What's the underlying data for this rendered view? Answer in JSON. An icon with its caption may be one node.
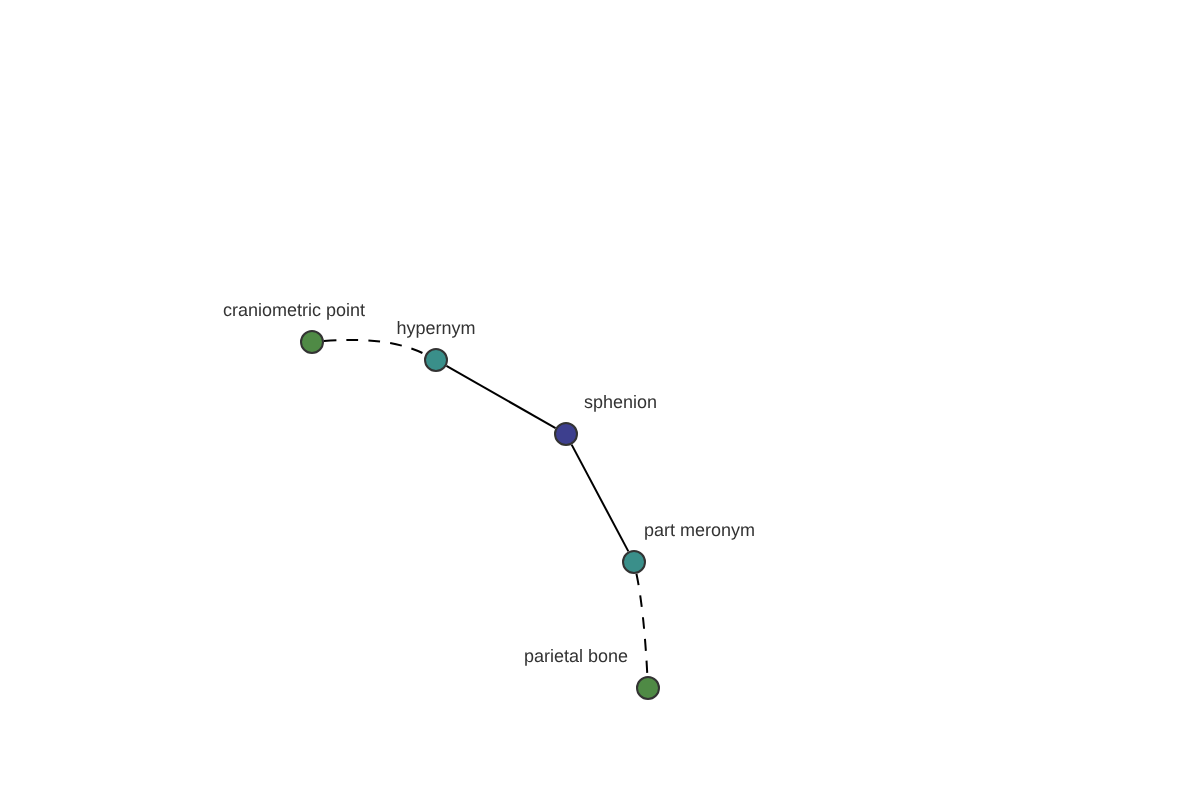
{
  "diagram": {
    "nodes": [
      {
        "text": [],
        "shape": "circle",
        "beside": [
          "craniometric point"
        ]
      },
      {
        "text": [],
        "shape": "circle",
        "beside": [
          "hypernym"
        ]
      },
      {
        "text": [],
        "shape": "circle",
        "beside": [
          "sphenion"
        ]
      },
      {
        "text": [],
        "shape": "circle",
        "beside": [
          "part meronym"
        ]
      },
      {
        "text": [],
        "shape": "circle",
        "beside": [
          "parietal bone"
        ]
      }
    ],
    "edges": [
      {
        "from": 0,
        "to": 1,
        "arrow": "none",
        "style": "dashed"
      },
      {
        "from": 1,
        "to": 2,
        "arrow": "none"
      },
      {
        "from": 2,
        "to": 3,
        "arrow": "none"
      },
      {
        "from": 3,
        "to": 4,
        "arrow": "none",
        "style": "dashed"
      }
    ]
  }
}
